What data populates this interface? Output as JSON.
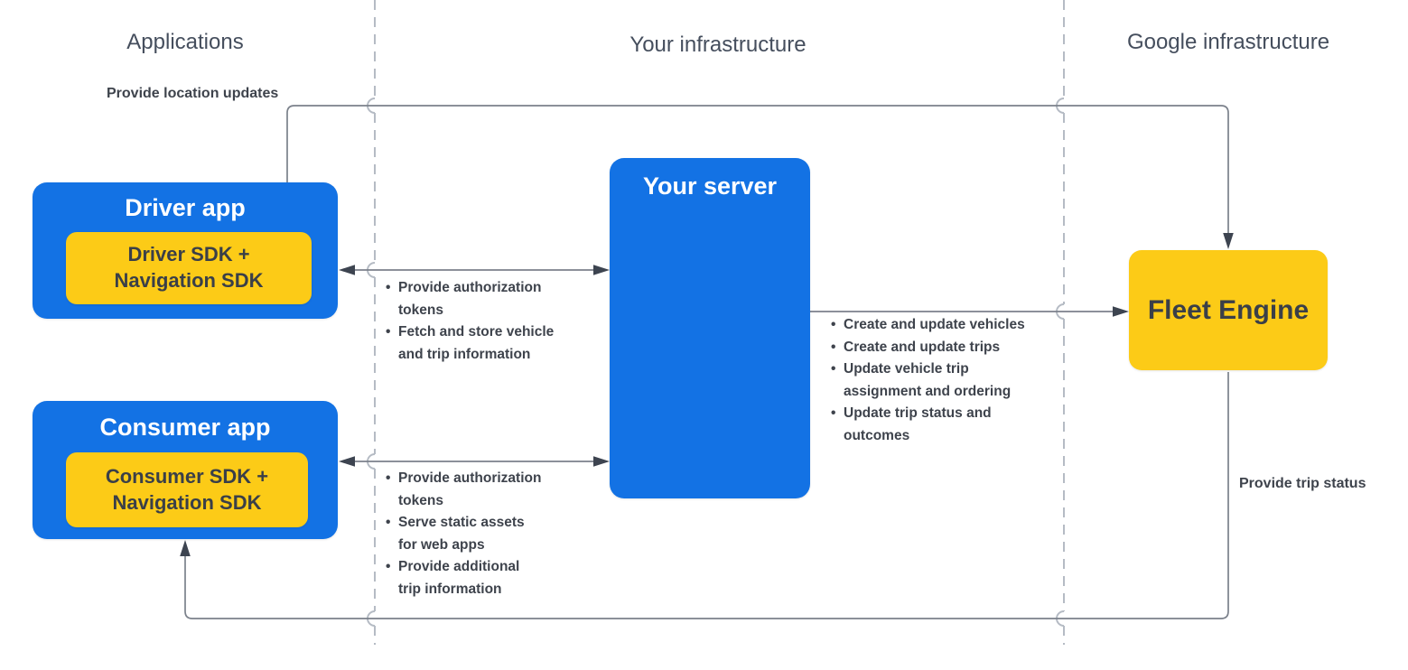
{
  "columns": {
    "applications": "Applications",
    "your_infrastructure": "Your infrastructure",
    "google_infrastructure": "Google infrastructure"
  },
  "nodes": {
    "driver_app": {
      "title": "Driver app",
      "sdk": "Driver SDK +\nNavigation SDK"
    },
    "consumer_app": {
      "title": "Consumer app",
      "sdk": "Consumer SDK +\nNavigation SDK"
    },
    "your_server": {
      "title": "Your server"
    },
    "fleet_engine": {
      "title": "Fleet Engine"
    }
  },
  "edges": {
    "driver_to_fleet": {
      "label": "Provide location updates"
    },
    "fleet_to_consumer": {
      "label": "Provide trip status"
    },
    "driver_server": {
      "items": [
        "Provide authorization\ntokens",
        "Fetch and store vehicle\nand trip information"
      ]
    },
    "consumer_server": {
      "items": [
        "Provide authorization\ntokens",
        "Serve static assets\nfor web apps",
        "Provide additional\ntrip information"
      ]
    },
    "server_fleet": {
      "items": [
        "Create and update vehicles",
        "Create and update trips",
        "Update vehicle trip\nassignment and ordering",
        "Update trip status and\noutcomes"
      ]
    }
  },
  "colors": {
    "box_blue": "#1372e4",
    "box_yellow": "#fccb17",
    "text_dark": "#3e434c",
    "header_gray": "#454e5d",
    "line_gray": "#7b818b",
    "dashed_gray": "#b5bbc4",
    "arrowhead": "#3d4450"
  }
}
